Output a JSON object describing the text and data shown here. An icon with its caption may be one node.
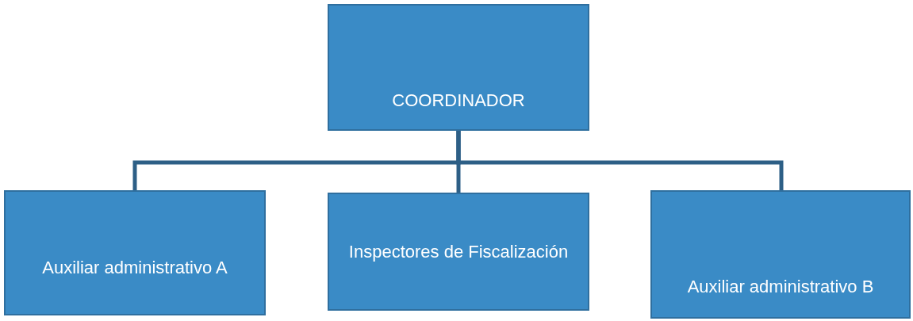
{
  "diagram": {
    "nodes": [
      {
        "text": [
          "COORDINADOR"
        ]
      },
      {
        "text": [
          "Auxiliar administrativo A"
        ]
      },
      {
        "text": [
          "Inspectores de Fiscalización"
        ]
      },
      {
        "text": [
          "Auxiliar administrativo B"
        ]
      }
    ],
    "edges": [
      {
        "from": 0,
        "to": 1,
        "arrow": "none"
      },
      {
        "from": 0,
        "to": 2,
        "arrow": "none"
      },
      {
        "from": 0,
        "to": 3,
        "arrow": "none"
      }
    ]
  }
}
